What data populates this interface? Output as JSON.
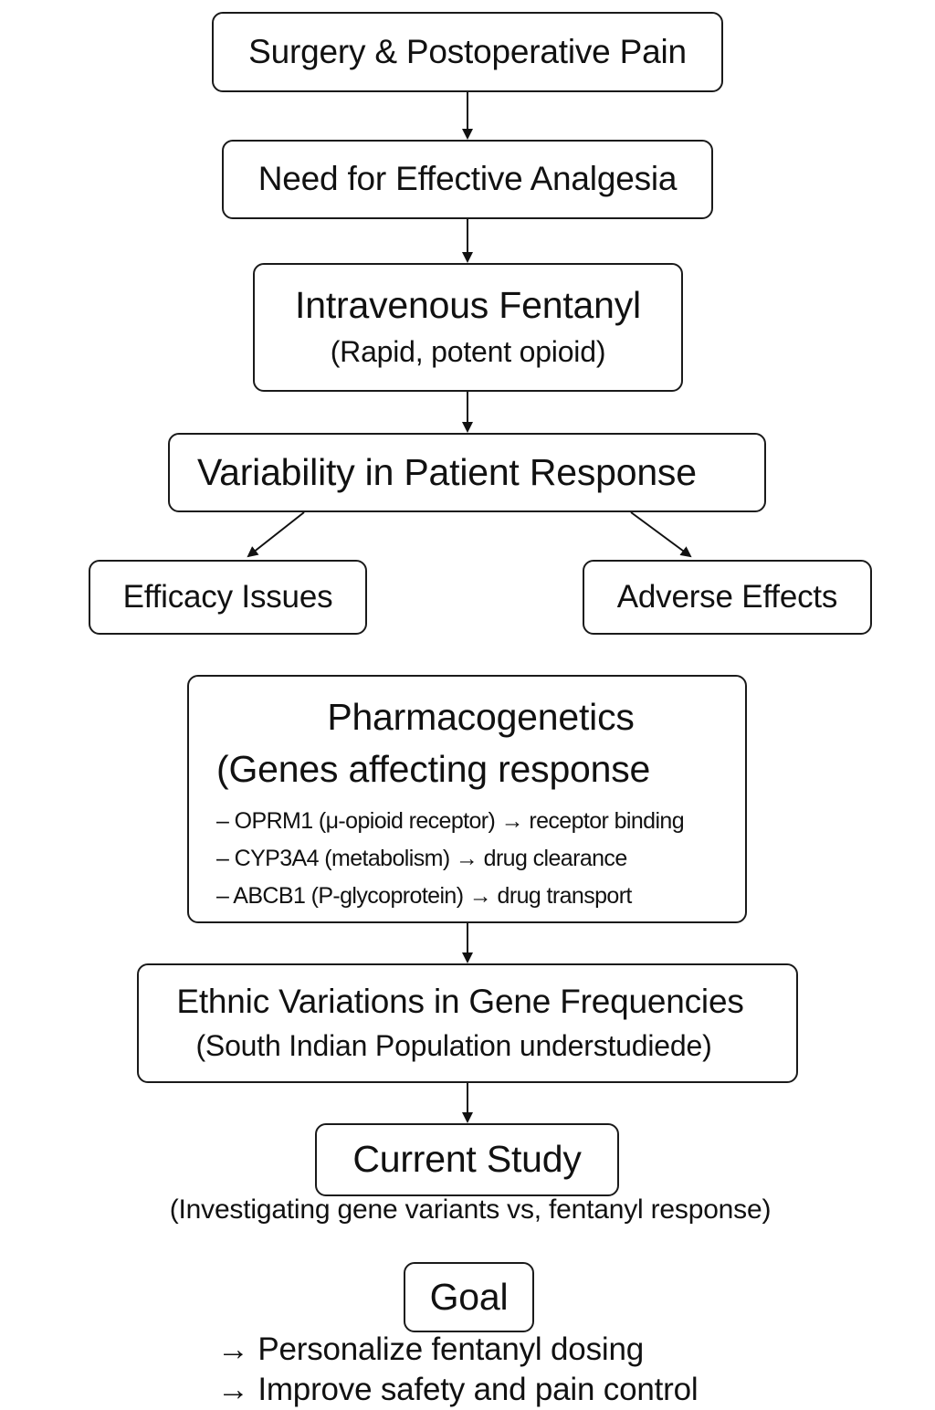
{
  "nodes": {
    "surgery": "Surgery & Postoperative Pain",
    "need": "Need for Effective Analgesia",
    "fentanyl": {
      "title": "Intravenous Fentanyl",
      "subtitle": "(Rapid, potent opioid)"
    },
    "variability": "Variability in Patient Response",
    "efficacy": "Efficacy Issues",
    "adverse": "Adverse Effects",
    "pharmacogenetics": {
      "title": "Pharmacogenetics",
      "subtitle": "(Genes affecting response",
      "genes": [
        "– OPRM1 (μ-opioid receptor) → receptor binding",
        "– CYP3A4 (metabolism) → drug clearance",
        "– ABCB1 (P-glycoprotein) → drug transport"
      ]
    },
    "ethnic": {
      "title": "Ethnic Variations in Gene Frequencies",
      "subtitle": "(South Indian Population understudiede)"
    },
    "study": {
      "title": "Current Study",
      "note": "(Investigating gene variants vs, fentanyl response)"
    },
    "goal": {
      "title": "Goal",
      "points": [
        "→ Personalize fentanyl dosing",
        "→ Improve safety and pain control"
      ]
    }
  }
}
